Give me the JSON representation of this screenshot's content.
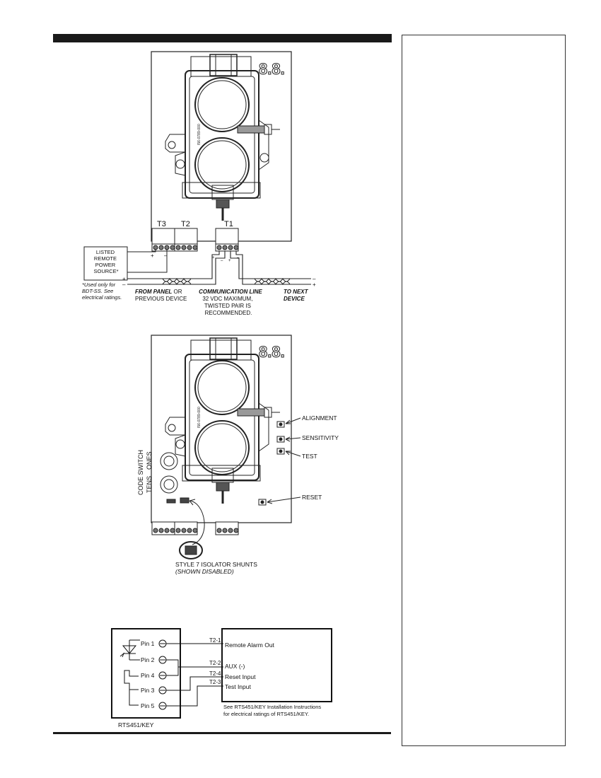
{
  "fig1": {
    "terminals": {
      "t3": "T3",
      "t2": "T2",
      "t1": "T1"
    },
    "power_box": [
      "LISTED",
      "REMOTE",
      "POWER",
      "SOURCE*"
    ],
    "footnote": [
      "*Used only for",
      "BDT-SS. See",
      "electrical ratings."
    ],
    "from_panel_bold": "FROM PANEL",
    "from_panel_rest": " OR",
    "previous_device": "PREVIOUS DEVICE",
    "comm_line": [
      "COMMUNICATION LINE",
      "32 VDC MAXIMUM,",
      "TWISTED PAIR IS",
      "RECOMMENDED."
    ],
    "to_next": [
      "TO NEXT",
      "DEVICE"
    ],
    "part_number": "I56-0789-000",
    "plus": "+",
    "minus": "–",
    "display_digits": "8.8."
  },
  "fig2": {
    "buttons": [
      "ALIGNMENT",
      "SENSITIVITY",
      "TEST",
      "RESET"
    ],
    "code_switch": "CODE SWITCH",
    "tens": "TENS",
    "ones": "ONES",
    "shunts_label": "STYLE 7 ISOLATOR SHUNTS",
    "shunts_sub": "(SHOWN DISABLED)",
    "part_number": "I56-0789-000",
    "display_digits": "8.8."
  },
  "fig3": {
    "pins": [
      "Pin 1",
      "Pin 2",
      "Pin 4",
      "Pin 3",
      "Pin 5"
    ],
    "device_label": "RTS451/KEY",
    "wire_labels": [
      "T2-1",
      "T2-2",
      "T2-4",
      "T2-3"
    ],
    "functions": [
      "Remote Alarm Out",
      "AUX (-)",
      "Reset Input",
      "Test Input"
    ],
    "note": [
      "See RTS451/KEY Installation Instructions",
      "for electrical ratings of RTS451/KEY."
    ]
  }
}
